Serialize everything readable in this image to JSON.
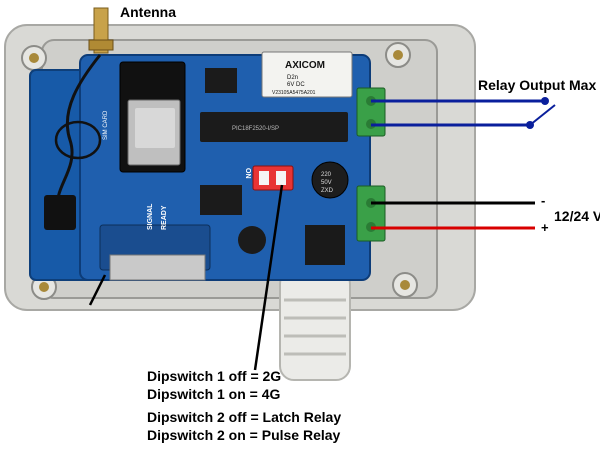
{
  "labels": {
    "antenna": "Antenna",
    "relay_output": "Relay Output  Max",
    "supply": "12/24 V",
    "minus": "-",
    "plus": "+"
  },
  "pcb_text": {
    "sim_card": "SIM CARD",
    "relay_brand": "AXICOM",
    "relay_spec1": "D2n",
    "relay_spec2": "6V DC",
    "relay_code": "V23105A5475A201",
    "chip_code": "PIC18F2520-I/SP",
    "cap_1": "220",
    "cap_2": "50V",
    "cap_3": "ZXD",
    "on": "ON",
    "signal": "SIGNAL",
    "ready": "READY"
  },
  "notes": [
    "Dipswitch 1 off = 2G",
    "Dipswitch 1 on = 4G",
    "Dipswitch 2 off = Latch Relay",
    "Dipswitch 2 on = Pulse Relay"
  ],
  "colors": {
    "enclosure": "#dcdcd8",
    "pcb": "#1f5fae",
    "terminal": "#3aa048",
    "relay_wire": "#0a1f9c",
    "power_minus": "#000000",
    "power_plus": "#d80000"
  }
}
